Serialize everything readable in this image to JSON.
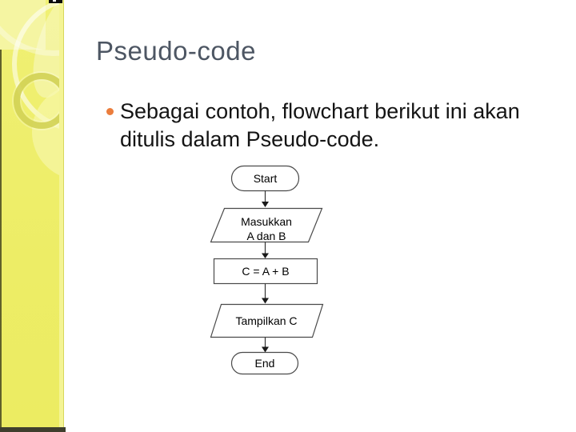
{
  "slide": {
    "title": "Pseudo-code",
    "bullet_item": {
      "line1": "Sebagai contoh, flowchart berikut ini akan",
      "line2": "ditulis dalam Pseudo-code."
    }
  },
  "flowchart": {
    "nodes": [
      {
        "id": "start",
        "shape": "terminator",
        "text": "Start"
      },
      {
        "id": "input",
        "shape": "parallelogram",
        "text": "Masukkan A dan B",
        "line1": "Masukkan",
        "line2": "A dan B"
      },
      {
        "id": "process",
        "shape": "rectangle",
        "text": "C = A + B"
      },
      {
        "id": "output",
        "shape": "parallelogram",
        "text": "Tampilkan C"
      },
      {
        "id": "end",
        "shape": "terminator",
        "text": "End"
      }
    ]
  },
  "colors": {
    "sidebar_yellow": "#EFEF6B",
    "sidebar_light": "#F5F5A2",
    "sidebar_ring": "#D2D255",
    "title_color": "#4D5663",
    "bullet_orange": "#EB7D3C",
    "body_text": "#141414",
    "flow_stroke": "#4A4A4A",
    "background": "#FFFFFF"
  }
}
